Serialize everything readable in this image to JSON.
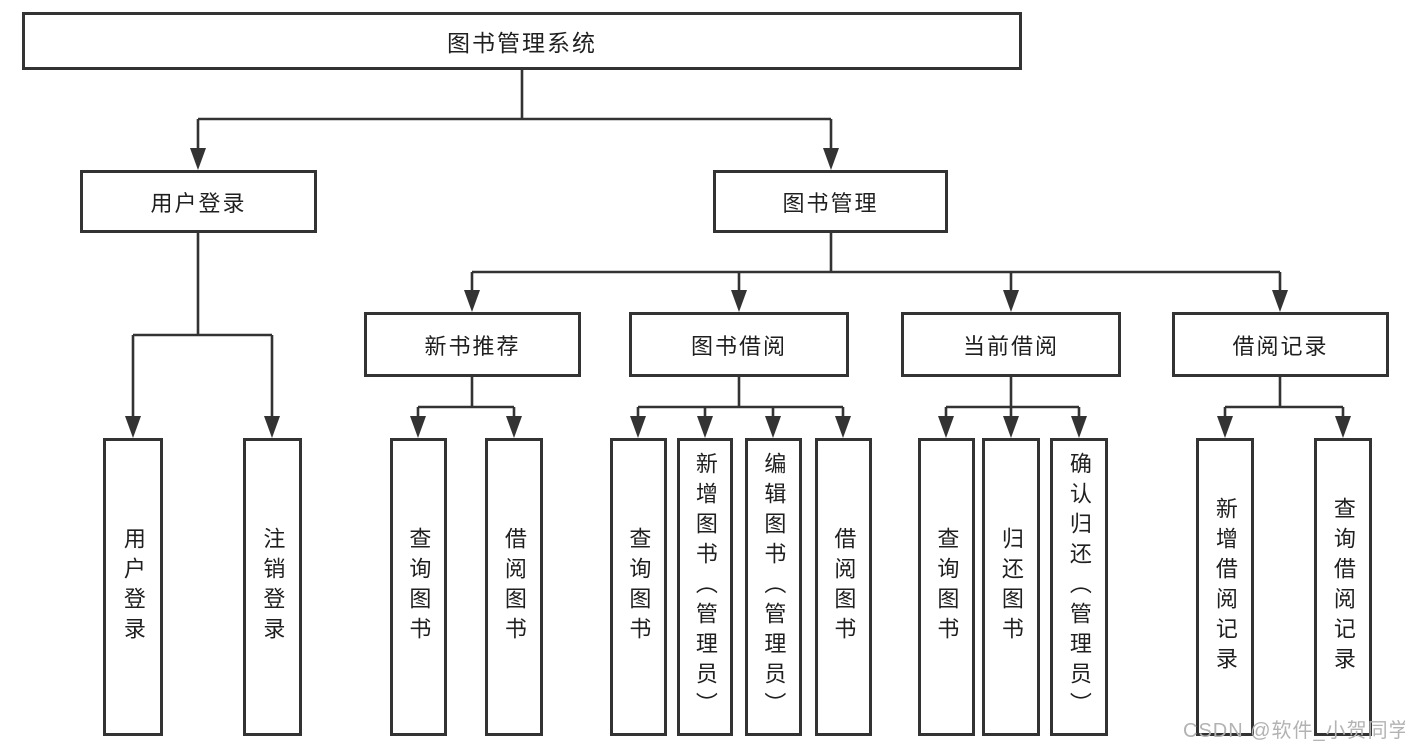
{
  "diagram": {
    "root": {
      "label": "图书管理系统"
    },
    "level2": [
      {
        "label": "用户登录",
        "children": [
          {
            "label": "用户登录"
          },
          {
            "label": "注销登录"
          }
        ]
      },
      {
        "label": "图书管理",
        "children": [
          {
            "label": "新书推荐",
            "children": [
              {
                "label": "查询图书"
              },
              {
                "label": "借阅图书"
              }
            ]
          },
          {
            "label": "图书借阅",
            "children": [
              {
                "label": "查询图书"
              },
              {
                "label": "新增图书（管理员）"
              },
              {
                "label": "编辑图书（管理员）"
              },
              {
                "label": "借阅图书"
              }
            ]
          },
          {
            "label": "当前借阅",
            "children": [
              {
                "label": "查询图书"
              },
              {
                "label": "归还图书"
              },
              {
                "label": "确认归还（管理员）"
              }
            ]
          },
          {
            "label": "借阅记录",
            "children": [
              {
                "label": "新增借阅记录"
              },
              {
                "label": "查询借阅记录"
              }
            ]
          }
        ]
      }
    ]
  },
  "watermark": {
    "text": "CSDN @软件_小贺同学"
  },
  "colors": {
    "line": "#333333",
    "border": "#333333",
    "text": "#1f1f1f",
    "watermark": "#b3b3b3",
    "background": "#ffffff"
  }
}
